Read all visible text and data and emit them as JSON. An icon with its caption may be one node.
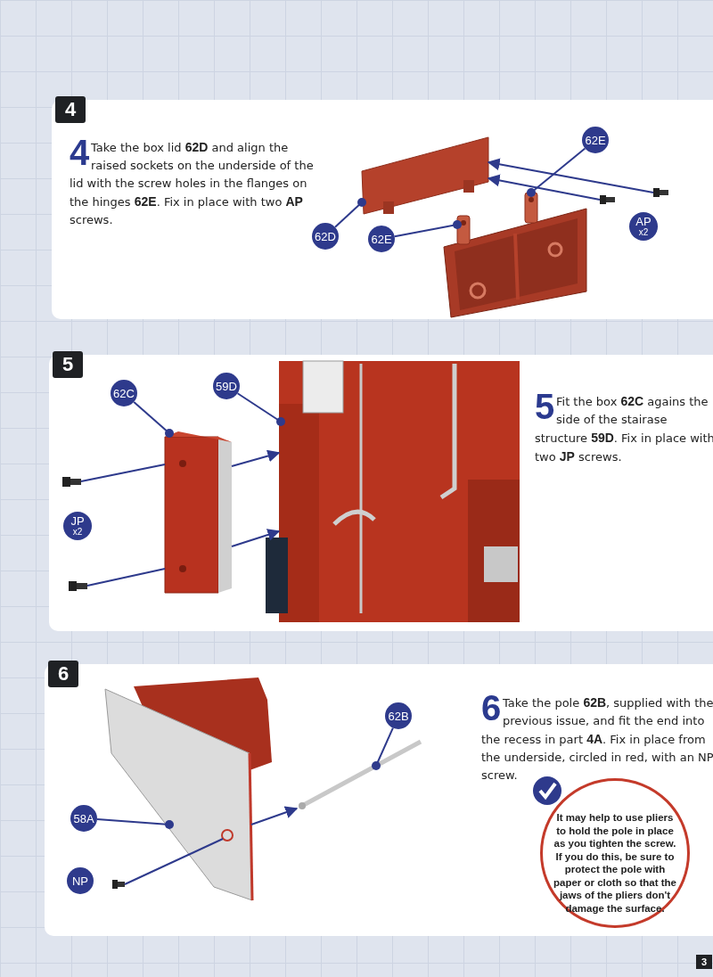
{
  "diagram": {
    "nodes": [
      {
        "text": [
          "4",
          "4",
          "Take the box lid **62D** and align the raised sockets on the underside of the lid with the screw holes in the flanges on the hinges **62E**. Fix in place with two **AP** screws."
        ]
      },
      {
        "text": [
          "62E"
        ],
        "in": 0
      },
      {
        "text": [
          "62D"
        ],
        "in": 0
      },
      {
        "text": [
          "62E"
        ],
        "in": 0
      },
      {
        "text": [
          "AP",
          "x2"
        ],
        "in": 0
      },
      {
        "text": [],
        "shape": "picture",
        "in": 0
      },
      {
        "text": [],
        "shape": "picture",
        "in": 0
      },
      {
        "text": [],
        "shape": "picture",
        "in": 0
      },
      {
        "text": [],
        "shape": "picture",
        "in": 0
      },
      {
        "text": [],
        "shape": "picture",
        "in": 0
      },
      {
        "text": [],
        "shape": "picture",
        "in": 0
      },
      {
        "text": [
          "5",
          "5",
          "Fit the box **62C** agains the side of the stairase structure **59D**. Fix in place with two **JP** screws."
        ]
      },
      {
        "text": [
          "62C"
        ],
        "in": 11
      },
      {
        "text": [
          "59D"
        ],
        "in": 11
      },
      {
        "text": [
          "JP",
          "x2"
        ],
        "in": 11
      },
      {
        "text": [],
        "shape": "picture",
        "in": 11
      },
      {
        "text": [],
        "shape": "picture",
        "in": 11
      },
      {
        "text": [],
        "shape": "picture",
        "in": 11
      },
      {
        "text": [],
        "shape": "picture",
        "in": 11
      },
      {
        "text": [
          "6",
          "6",
          "Take the pole **62B**, supplied with the previous issue, and fit the end into the recess in part **4A**. Fix in place from the underside, circled in red, with an NP screw."
        ]
      },
      {
        "text": [
          "62B"
        ],
        "in": 19
      },
      {
        "text": [
          "58A"
        ],
        "in": 19
      },
      {
        "text": [
          "NP"
        ],
        "in": 19
      },
      {
        "text": [
          "It may help to use pliers to hold the pole in place as you tighten the screw. If you do this, be sure to protect the pole with paper or cloth so that the jaws of the pliers don't damage the surface."
        ],
        "in": 19
      },
      {
        "text": [],
        "shape": "picture",
        "in": 19
      },
      {
        "text": [],
        "shape": "bar",
        "in": 19
      },
      {
        "text": [],
        "shape": "picture",
        "in": 19
      }
    ],
    "edges": [
      {
        "from": 1,
        "to": 6,
        "arrow": "other"
      },
      {
        "from": 2,
        "to": 5,
        "arrow": "other"
      },
      {
        "from": 3,
        "to": 7,
        "arrow": "other"
      },
      {
        "from": 9,
        "to": 5,
        "arrow": "to"
      },
      {
        "from": 10,
        "to": 5,
        "arrow": "to"
      },
      {
        "from": 12,
        "to": 15,
        "arrow": "other"
      },
      {
        "from": 13,
        "to": 16,
        "arrow": "other"
      },
      {
        "from": 17,
        "to": 15,
        "arrow": "none"
      },
      {
        "from": 18,
        "to": 15,
        "arrow": "none"
      },
      {
        "from": 15,
        "to": 16,
        "arrow": "to"
      },
      {
        "from": 15,
        "to": 16,
        "arrow": "to"
      },
      {
        "from": 20,
        "to": 25,
        "arrow": "other"
      },
      {
        "from": 21,
        "to": 24,
        "arrow": "other"
      },
      {
        "from": 24,
        "to": 25,
        "arrow": "to"
      },
      {
        "from": 26,
        "to": 24,
        "arrow": "none"
      }
    ],
    "labels": [
      "3"
    ]
  }
}
